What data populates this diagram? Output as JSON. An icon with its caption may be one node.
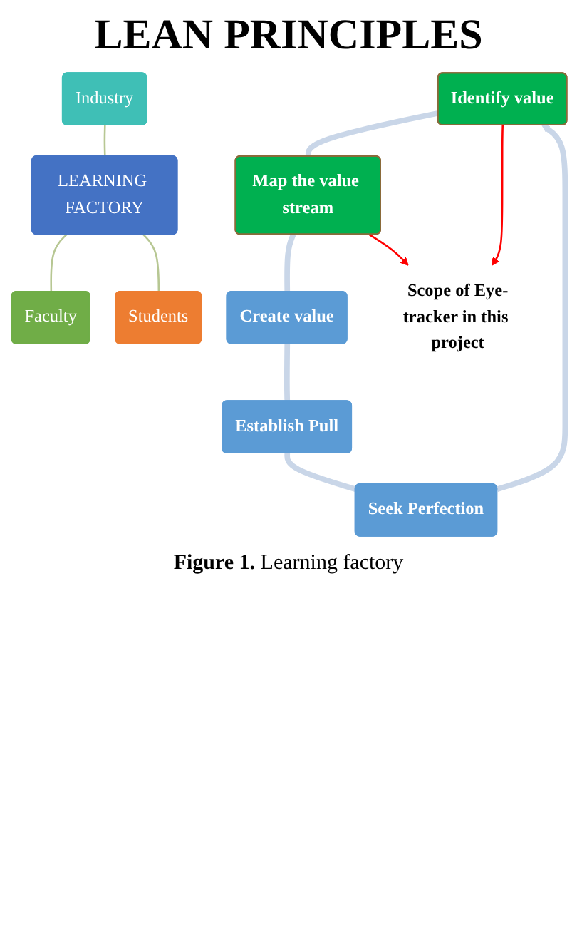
{
  "diagram": {
    "title": "LEAN PRINCIPLES",
    "caption": "**Figure 1.** Learning factory",
    "nodes": [
      {
        "text": [
          "Industry"
        ]
      },
      {
        "text": [
          "LEARNING FACTORY"
        ]
      },
      {
        "text": [
          "Faculty"
        ]
      },
      {
        "text": [
          "Students"
        ]
      },
      {
        "text": [
          "Identify value"
        ]
      },
      {
        "text": [
          "Map the value stream"
        ]
      },
      {
        "text": [
          "Create value"
        ]
      },
      {
        "text": [
          "Establish Pull"
        ]
      },
      {
        "text": [
          "Seek Perfection"
        ]
      },
      {
        "text": [
          "Scope of Eye-tracker in this project"
        ]
      }
    ],
    "edges": [
      {
        "from": 0,
        "to": 1,
        "arrow": "none",
        "color": "#b7c793"
      },
      {
        "from": 1,
        "to": 2,
        "arrow": "none",
        "color": "#b7c793"
      },
      {
        "from": 1,
        "to": 3,
        "arrow": "none",
        "color": "#b7c793"
      },
      {
        "from": 4,
        "to": 5,
        "arrow": "none",
        "style": "thick"
      },
      {
        "from": 5,
        "to": 6,
        "arrow": "none",
        "style": "thick"
      },
      {
        "from": 6,
        "to": 7,
        "arrow": "none",
        "style": "thick"
      },
      {
        "from": 7,
        "to": 8,
        "arrow": "none",
        "style": "thick"
      },
      {
        "from": 8,
        "to": 4,
        "arrow": "to",
        "style": "thick"
      },
      {
        "from": 4,
        "to": 9,
        "arrow": "to",
        "color": "#ff0000"
      },
      {
        "from": 5,
        "to": 9,
        "arrow": "to",
        "color": "#ff0000"
      }
    ]
  }
}
